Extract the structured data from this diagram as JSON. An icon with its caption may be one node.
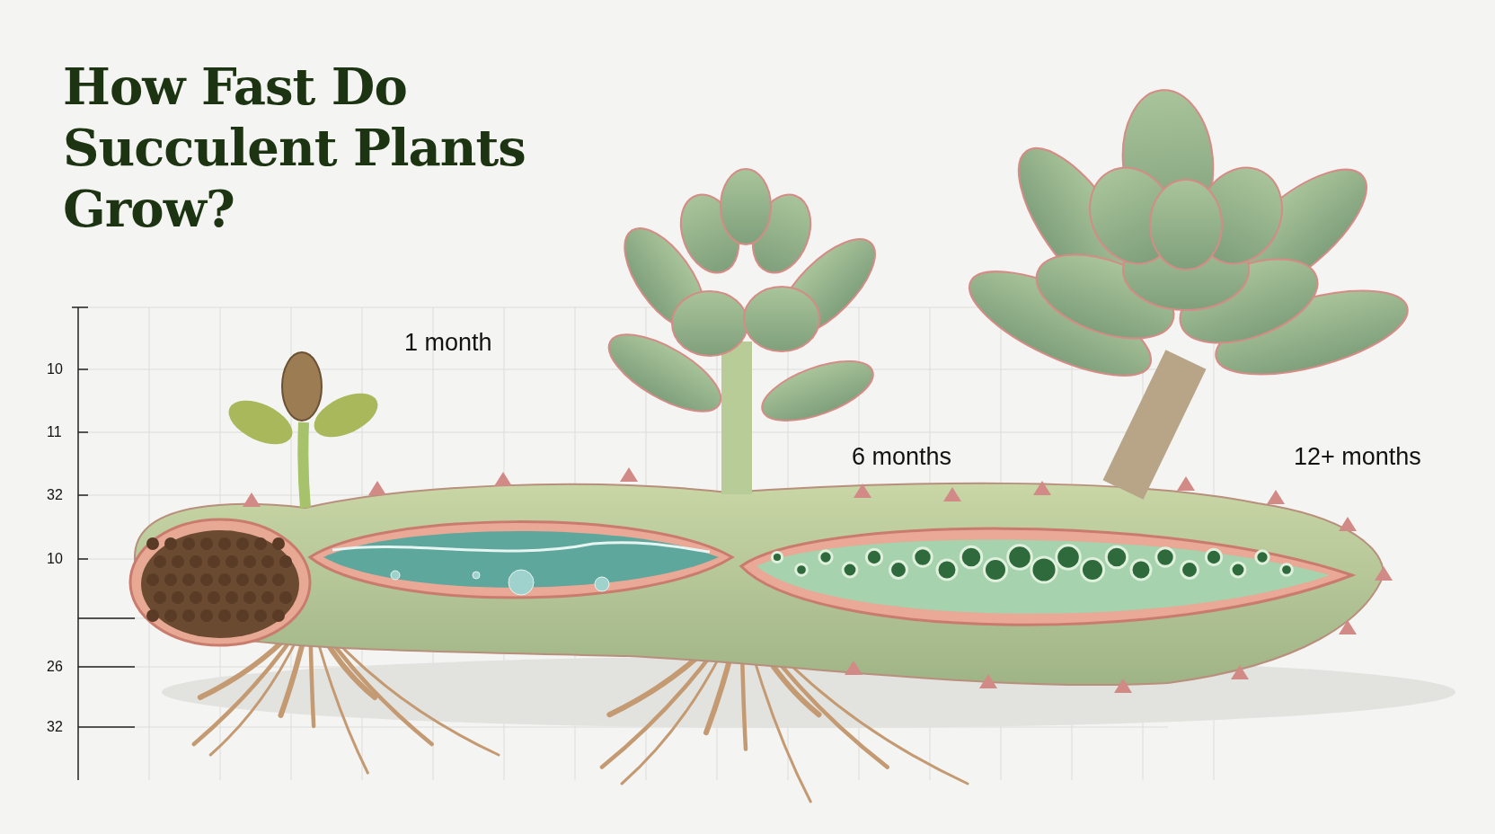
{
  "diagram": {
    "title": "How Fast Do Succulent Plants Grow?",
    "labels": [
      "1 month",
      "6 months",
      "12+ months",
      "10",
      "11",
      "32",
      "10",
      "26",
      "32"
    ]
  }
}
